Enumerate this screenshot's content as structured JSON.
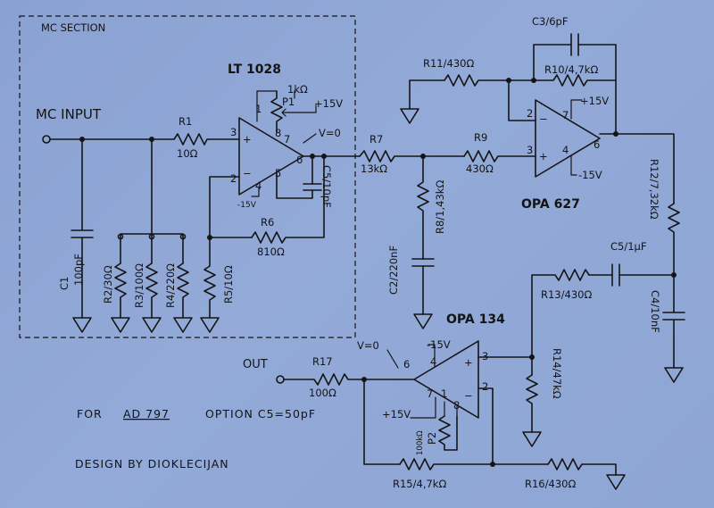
{
  "section_title": "MC SECTION",
  "mc_input_label": "MC INPUT",
  "out_label": "OUT",
  "note_option_prefix": "FOR",
  "note_option_part": "AD 797",
  "note_option_rest": "OPTION  C5=50pF",
  "design_credit": "DESIGN BY DIOKLECIJAN",
  "opamps": {
    "u1": "LT 1028",
    "u2": "OPA 627",
    "u3": "OPA 134"
  },
  "components": {
    "r1_name": "R1",
    "r1_value": "10Ω",
    "r2": "R2/30Ω",
    "r3": "R3/100Ω",
    "r4": "R4/220Ω",
    "r5": "R5/10Ω",
    "r6_name": "R6",
    "r6_value": "810Ω",
    "r7_name": "R7",
    "r7_value": "13kΩ",
    "r8": "R8/1,43kΩ",
    "r9_name": "R9",
    "r9_value": "430Ω",
    "r10": "R10/4,7kΩ",
    "r11": "R11/430Ω",
    "r12": "R12/7,32kΩ",
    "r13": "R13/430Ω",
    "r14": "R14/47kΩ",
    "r15": "R15/4,7kΩ",
    "r16": "R16/430Ω",
    "r17_name": "R17",
    "r17_value": "100Ω",
    "c1": "C1",
    "c1_value": "100pF",
    "c2": "C2/220nF",
    "c3": "C3/6pF",
    "c4": "C4/10nF",
    "c5": "C5/10pF",
    "c5b": "C5/1μF",
    "p1_value": "1kΩ",
    "p1_name": "P1",
    "p2": "P2",
    "p2_value": "100kΩ"
  },
  "supply": {
    "u1_pos": "+15V",
    "u1_neg": "-15V",
    "u2_pos": "+15V",
    "u2_neg": "-15V",
    "u3_pos": "-15V",
    "u3_pos_b": "+15V"
  },
  "test_points": {
    "v0_u1": "V=0",
    "v0_u3": "V=0"
  },
  "pins": {
    "u1": [
      "3",
      "2",
      "1",
      "8",
      "7",
      "6",
      "5",
      "4"
    ],
    "u2": [
      "2",
      "3",
      "7",
      "4",
      "6"
    ],
    "u3": [
      "6",
      "3",
      "2",
      "4",
      "7",
      "1",
      "8"
    ]
  },
  "pin_signs": {
    "plus": "+",
    "minus": "−"
  }
}
